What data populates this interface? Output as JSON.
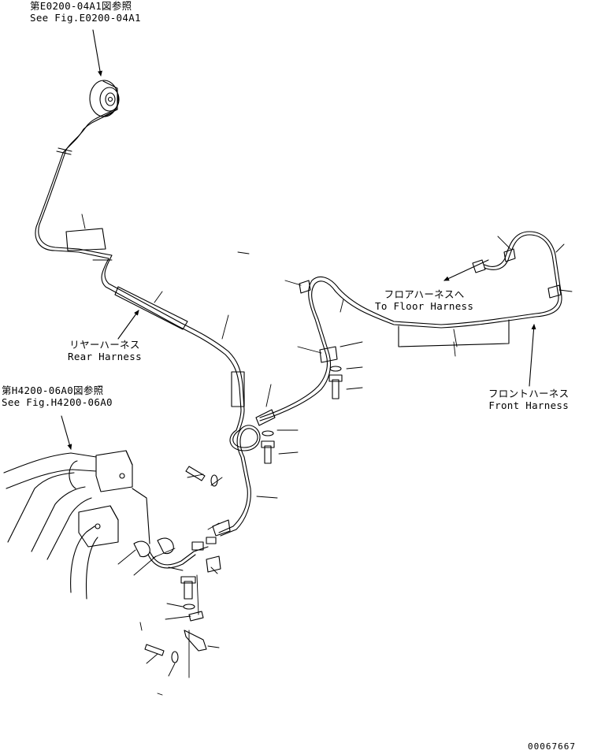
{
  "labels": {
    "ref_e0200": {
      "ja": "第E0200-04A1図参照",
      "en": "See Fig.E0200-04A1"
    },
    "ref_h4200": {
      "ja": "第H4200-06A0図参照",
      "en": "See Fig.H4200-06A0"
    },
    "rear_harness": {
      "ja": "リヤーハーネス",
      "en": "Rear Harness"
    },
    "floor_harness": {
      "ja": "フロアハーネスへ",
      "en": "To Floor Harness"
    },
    "front_harness": {
      "ja": "フロントハーネス",
      "en": "Front Harness"
    }
  },
  "drawing_number": "00067667",
  "colors": {
    "line": "#000000",
    "background": "#ffffff"
  }
}
